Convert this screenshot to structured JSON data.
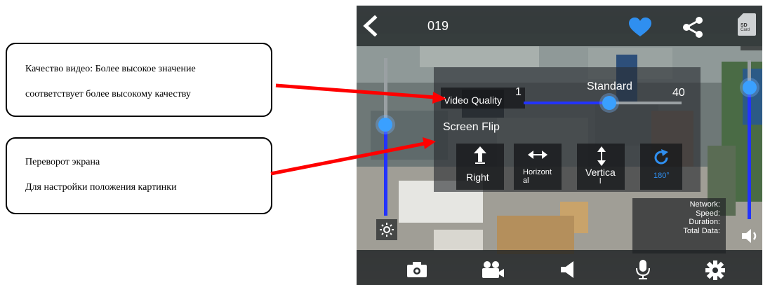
{
  "callouts": {
    "video_quality": {
      "line1": "Качество видео: Более высокое значение",
      "line2": "соответствует более высокому качеству"
    },
    "screen_flip": {
      "line1": "Переворот экрана",
      "line2": "Для настройки положения картинки"
    }
  },
  "screen": {
    "title": "019",
    "sd_label_top": "SD",
    "sd_label_bottom": "Card",
    "video_quality": {
      "label": "Video Quality",
      "min": "1",
      "max": "40",
      "preset": "Standard",
      "level": 0.54
    },
    "screen_flip": {
      "label": "Screen Flip",
      "buttons": [
        {
          "label": "Right"
        },
        {
          "label_top": "Horizont",
          "label_bottom": "al"
        },
        {
          "label_top": "Vertica",
          "label_bottom": "l"
        },
        {
          "label": "180°"
        }
      ]
    },
    "brightness_level": 0.58,
    "volume_level": 0.83,
    "stats": {
      "network": "Network:",
      "speed": "Speed:",
      "duration": "Duration:",
      "total": "Total Data:"
    },
    "colors": {
      "accent": "#2233ff",
      "knob": "#3aa0ff",
      "heart": "#2f8ff0",
      "arrow": "#ff0000"
    },
    "icons": [
      "back-icon",
      "heart-icon",
      "share-icon",
      "sd-card-icon",
      "brightness-icon",
      "volume-icon",
      "camera-icon",
      "video-camera-icon",
      "speaker-icon",
      "microphone-icon",
      "settings-icon"
    ]
  }
}
